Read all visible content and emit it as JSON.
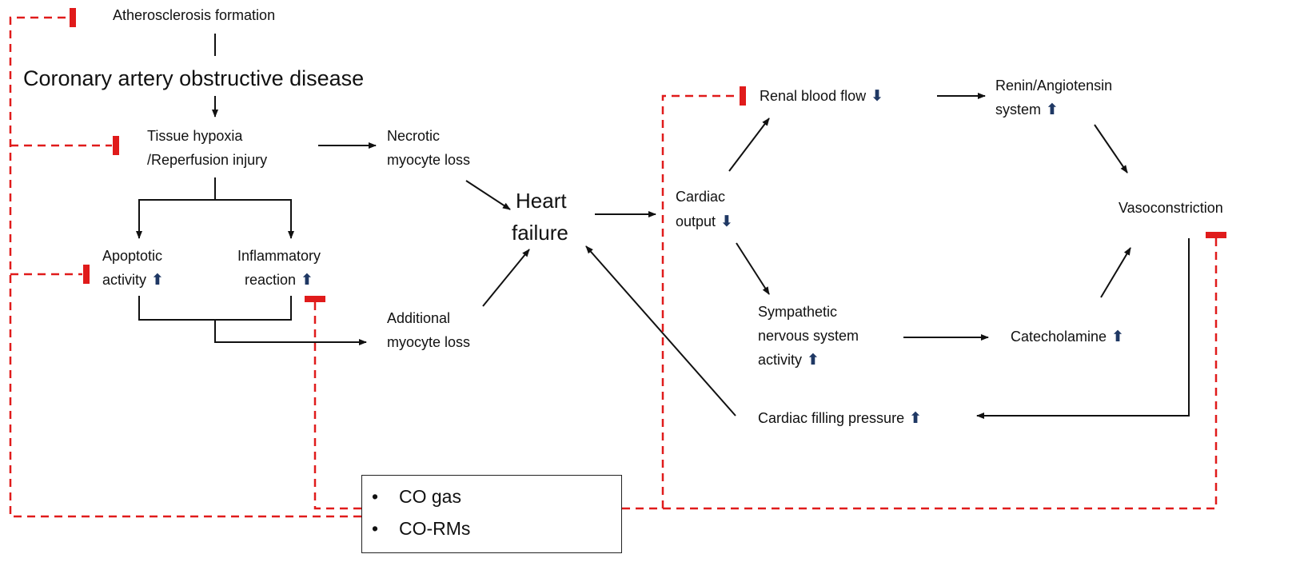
{
  "nodes": {
    "atherosclerosis": "Atherosclerosis formation",
    "coronary": "Coronary artery obstructive disease",
    "hypoxia_1": "Tissue hypoxia",
    "hypoxia_2": "/Reperfusion injury",
    "necrotic_1": "Necrotic",
    "necrotic_2": "myocyte loss",
    "apoptotic_1": "Apoptotic",
    "apoptotic_2": "activity",
    "inflammatory_1": "Inflammatory",
    "inflammatory_2": "reaction",
    "additional_1": "Additional",
    "additional_2": "myocyte loss",
    "heart_1": "Heart",
    "heart_2": "failure",
    "cardiac_output_1": "Cardiac",
    "cardiac_output_2": "output",
    "renal": "Renal blood flow",
    "renin_1": "Renin/Angiotensin",
    "renin_2": "system",
    "vasoconstriction": "Vasoconstriction",
    "sympathetic_1": "Sympathetic",
    "sympathetic_2": "nervous system",
    "sympathetic_3": "activity",
    "catecholamine": "Catecholamine",
    "filling": "Cardiac filling pressure"
  },
  "indicators": {
    "up": "⬆",
    "down": "⬇"
  },
  "legend": {
    "items": [
      "CO gas",
      "CO-RMs"
    ],
    "bullet": "•"
  },
  "colors": {
    "inhibition": "#e01b1b",
    "arrow": "#111111",
    "indicator": "#1f3864"
  }
}
